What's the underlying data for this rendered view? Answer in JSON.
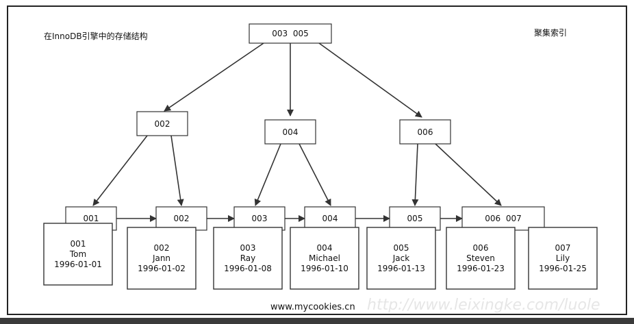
{
  "diagram": {
    "title": "在InnoDB引擎中的存储结构",
    "index_label": "聚集索引",
    "watermark_site": "www.mycookies.cn",
    "watermark_url": "http://www.leixingke.com/luole",
    "root": {
      "keys": "003  005"
    },
    "internal": [
      {
        "keys": "002"
      },
      {
        "keys": "004"
      },
      {
        "keys": "006"
      }
    ],
    "leaves": [
      {
        "keys": "001"
      },
      {
        "keys": "002"
      },
      {
        "keys": "003"
      },
      {
        "keys": "004"
      },
      {
        "keys": "005"
      },
      {
        "keys": "006  007"
      }
    ],
    "records": [
      {
        "id": "001",
        "name": "Tom",
        "date": "1996-01-01"
      },
      {
        "id": "002",
        "name": "Jann",
        "date": "1996-01-02"
      },
      {
        "id": "003",
        "name": "Ray",
        "date": "1996-01-08"
      },
      {
        "id": "004",
        "name": "Michael",
        "date": "1996-01-10"
      },
      {
        "id": "005",
        "name": "Jack",
        "date": "1996-01-13"
      },
      {
        "id": "006",
        "name": "Steven",
        "date": "1996-01-23"
      },
      {
        "id": "007",
        "name": "Lily",
        "date": "1996-01-25"
      }
    ]
  }
}
